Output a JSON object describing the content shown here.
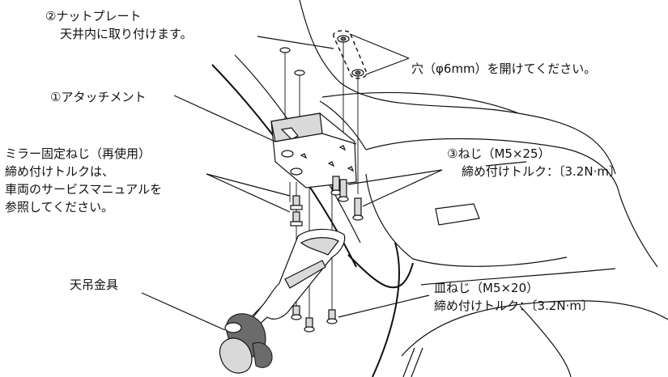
{
  "labels": {
    "nut_plate_title": "②ナットプレート",
    "nut_plate_desc": "天井内に取り付けます。",
    "hole": "穴（φ6mm）を開けてください。",
    "attachment": "①アタッチメント",
    "mirror_screw_1": "ミラー固定ねじ（再使用）",
    "mirror_screw_2": "締め付けトルクは、",
    "mirror_screw_3": "車両のサービスマニュアルを",
    "mirror_screw_4": "参照してください。",
    "screw_title": "③ねじ（M5×25）",
    "screw_torque": "締め付けトルク：〔3.2N·m〕",
    "bracket": "天吊金具",
    "flat_screw_title": "皿ねじ（M5×20）",
    "flat_screw_torque": "締め付けトルク：〔3.2N·m〕"
  },
  "colors": {
    "line": "#111111",
    "part_fill": "#ffffff",
    "shade": "#d9d9d9",
    "dark_shade": "#6b6b6b"
  }
}
